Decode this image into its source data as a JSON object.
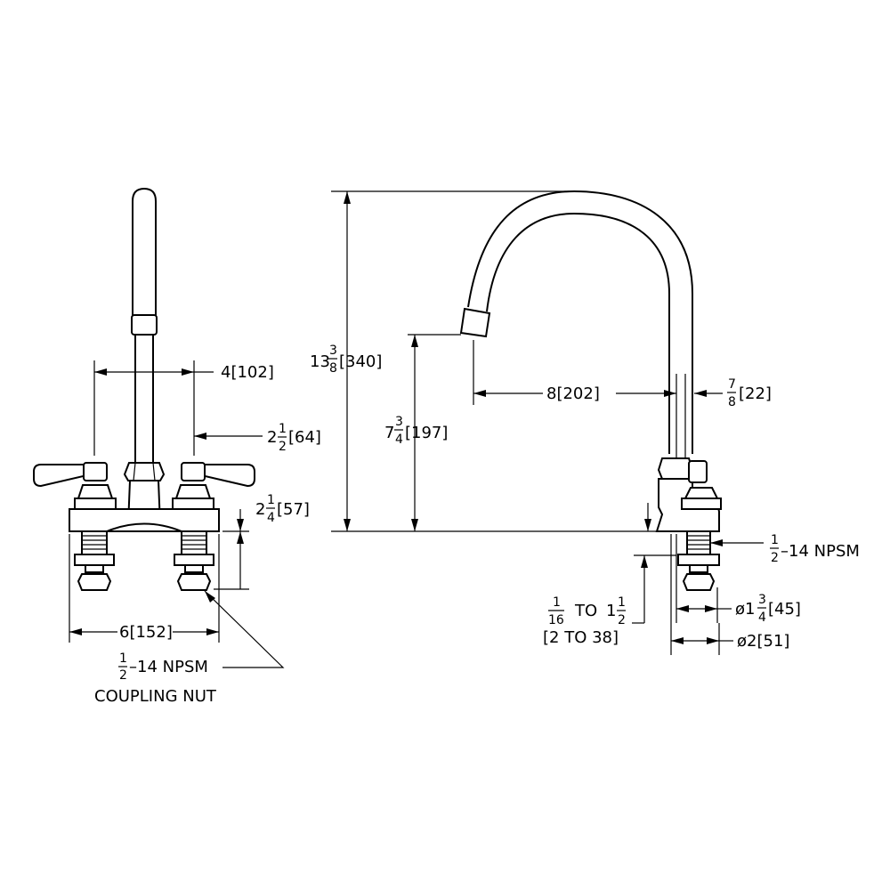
{
  "dimensions": {
    "center_spacing": "4[102]",
    "spout_offset_whole": "2",
    "spout_offset_num": "1",
    "spout_offset_den": "2",
    "spout_offset_mm": "[64]",
    "deck_height_whole": "2",
    "deck_height_num": "1",
    "deck_height_den": "4",
    "deck_height_mm": "[57]",
    "base_width": "6[152]",
    "overall_height_whole": "13",
    "overall_height_num": "3",
    "overall_height_den": "8",
    "overall_height_mm": "[340]",
    "spout_height_whole": "7",
    "spout_height_num": "3",
    "spout_height_den": "4",
    "spout_height_mm": "[197]",
    "spout_reach": "8[202]",
    "tube_num": "7",
    "tube_den": "8",
    "tube_mm": "[22]",
    "thread_num": "1",
    "thread_den": "2",
    "thread_spec": "–14  NPSM",
    "deck_thick_num1": "1",
    "deck_thick_den1": "16",
    "deck_thick_to": "TO",
    "deck_thick_whole2": "1",
    "deck_thick_num2": "1",
    "deck_thick_den2": "2",
    "deck_thick_mm": "[2 TO 38]",
    "shank_dia_prefix": "ø1",
    "shank_dia_num": "3",
    "shank_dia_den": "4",
    "shank_dia_mm": "[45]",
    "flange_dia": "ø2[51]"
  },
  "callout": {
    "num": "1",
    "den": "2",
    "spec": "–14  NPSM",
    "line2": "COUPLING  NUT"
  }
}
